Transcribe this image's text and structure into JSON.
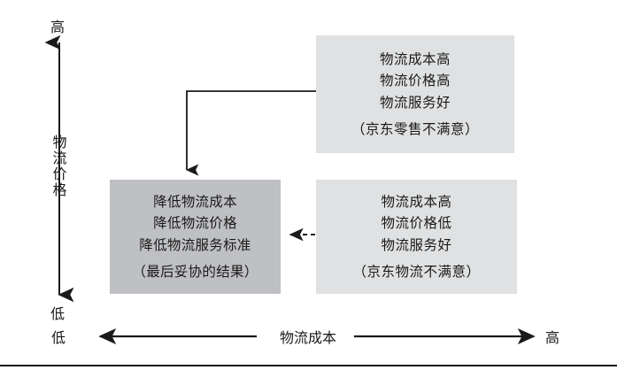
{
  "diagram": {
    "title_semantic": "logistics-cost-vs-price-tradeoff-diagram",
    "colors": {
      "box_light": "#e0e1e2",
      "box_dark": "#bfc0c3",
      "stroke": "#1a1a1a",
      "background": "#ffffff"
    },
    "y_axis": {
      "high_label": "高",
      "low_label": "低",
      "title": "物流价格"
    },
    "x_axis": {
      "low_label": "低",
      "high_label": "高",
      "title": "物流成本"
    },
    "boxes": {
      "top_right": {
        "lines": [
          "物流成本高",
          "物流价格高",
          "物流服务好"
        ],
        "note": "（京东零售不满意）"
      },
      "bottom_right": {
        "lines": [
          "物流成本高",
          "物流价格低",
          "物流服务好"
        ],
        "note": "（京东物流不满意）"
      },
      "bottom_left": {
        "lines": [
          "降低物流成本",
          "降低物流价格",
          "降低物流服务标准"
        ],
        "note": "（最后妥协的结果）"
      }
    },
    "connectors": {
      "elbow_solid": "top-right-box to bottom-left-box, solid elbow arrow pointing down",
      "dashed": "bottom-right-box to bottom-left-box, dashed arrow pointing left"
    }
  }
}
